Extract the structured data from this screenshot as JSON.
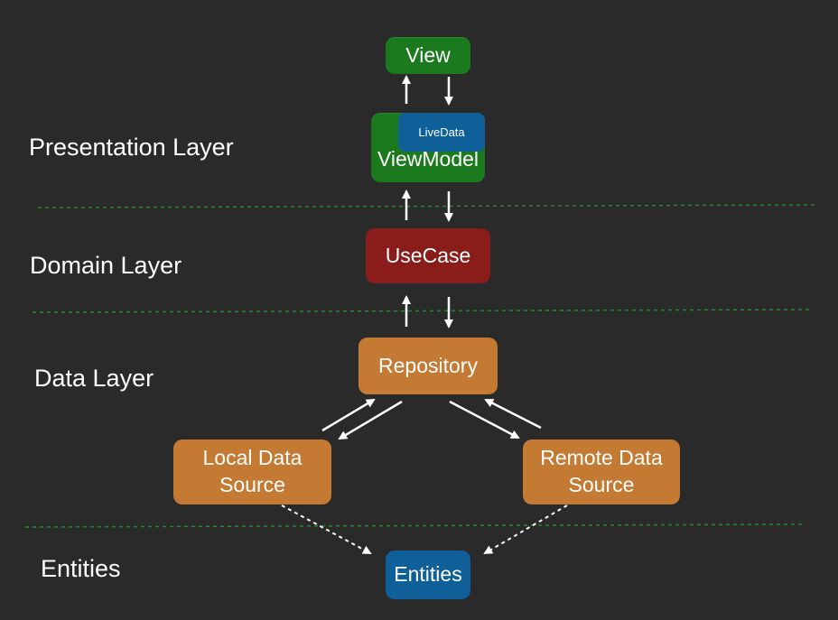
{
  "layers": {
    "presentation": "Presentation Layer",
    "domain": "Domain Layer",
    "data": "Data Layer",
    "entities": "Entities"
  },
  "nodes": {
    "view": "View",
    "viewmodel": "ViewModel",
    "livedata": "LiveData",
    "usecase": "UseCase",
    "repository": "Repository",
    "local_source": "Local Data\nSource",
    "remote_source": "Remote Data\nSource",
    "entities": "Entities"
  },
  "colors": {
    "background": "#2a2a2a",
    "presentation_green": "#1c7a1e",
    "domain_red": "#8a1c1a",
    "data_orange": "#c47a33",
    "entity_blue": "#0f5f99",
    "separator_green": "#1f8a2a",
    "arrow_white": "#ffffff"
  }
}
